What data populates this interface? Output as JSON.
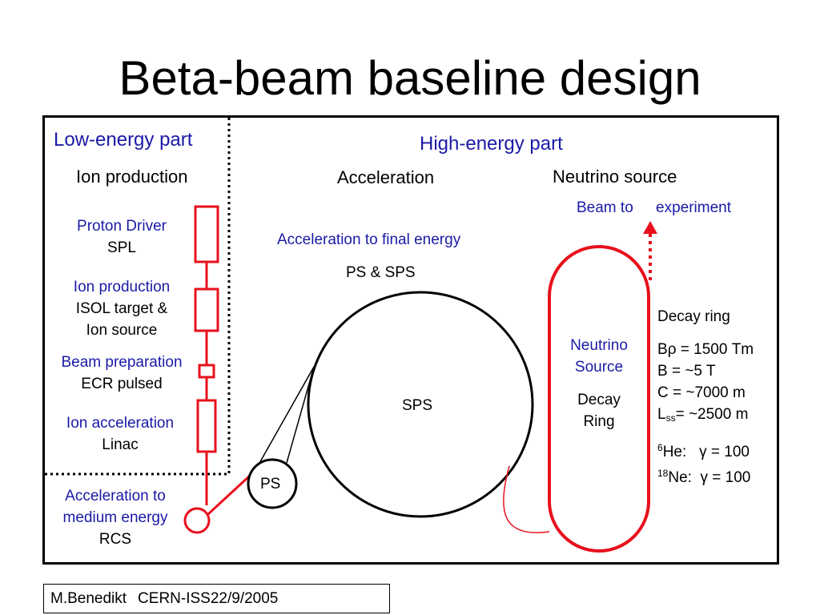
{
  "title": "Beta-beam baseline design",
  "sections": {
    "low_energy": "Low-energy part",
    "high_energy": "High-energy part"
  },
  "subheadings": {
    "ion_production": "Ion production",
    "acceleration": "Acceleration",
    "neutrino_source": "Neutrino source"
  },
  "stages": [
    {
      "name": "Proton Driver",
      "detail": "SPL"
    },
    {
      "name": "Ion production",
      "detail": "ISOL target &",
      "detail2": "Ion source"
    },
    {
      "name": "Beam preparation",
      "detail": "ECR pulsed"
    },
    {
      "name": "Ion acceleration",
      "detail": "Linac"
    },
    {
      "name": "Acceleration to",
      "name2": "medium energy",
      "detail": "RCS"
    }
  ],
  "acceleration": {
    "label": "Acceleration to final energy",
    "machines": "PS & SPS",
    "sps": "SPS",
    "ps": "PS"
  },
  "beam_to": "Beam to",
  "beam_experiment": "experiment",
  "ring": {
    "blue1": "Neutrino",
    "blue2": "Source",
    "black1": "Decay",
    "black2": "Ring"
  },
  "decay_ring": {
    "title": "Decay ring",
    "brho_label": "B",
    "brho_symbol": "ρ",
    "brho_value": " = 1500 Tm",
    "b": "B = ~5 T",
    "c": "C = ~7000 m",
    "lss_label": "L",
    "lss_sub": "ss",
    "lss_value": "= ~2500 m",
    "he_mass": "6",
    "he_label": "He:",
    "ne_mass": "18",
    "ne_label": "Ne:",
    "gamma_symbol": "γ",
    "gamma_value": " = 100"
  },
  "footer": {
    "author": "M.Benedikt",
    "event": "CERN-ISS22/9/2005"
  },
  "colors": {
    "red": "#e8101c",
    "blue": "#1a1aa6",
    "black": "#000000"
  }
}
